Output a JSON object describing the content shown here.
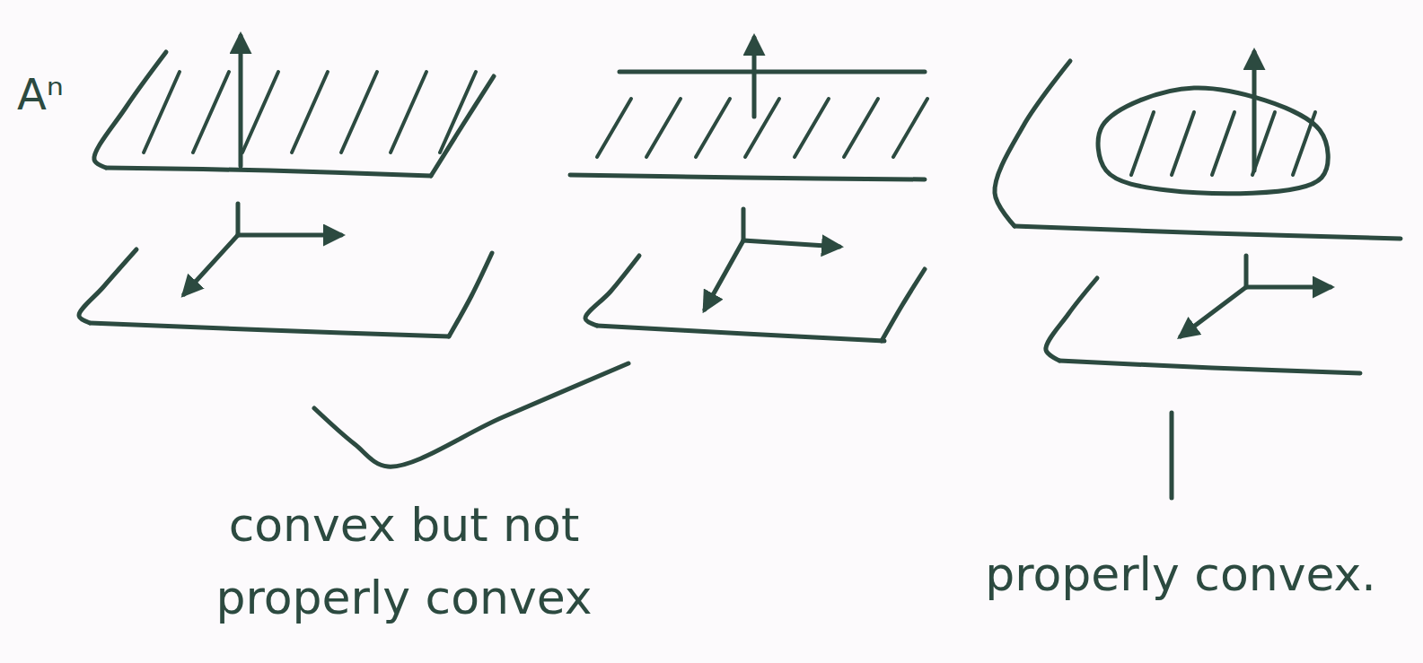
{
  "diagram": {
    "labels": [
      "Aⁿ",
      "convex but not properly convex",
      "properly convex."
    ]
  }
}
